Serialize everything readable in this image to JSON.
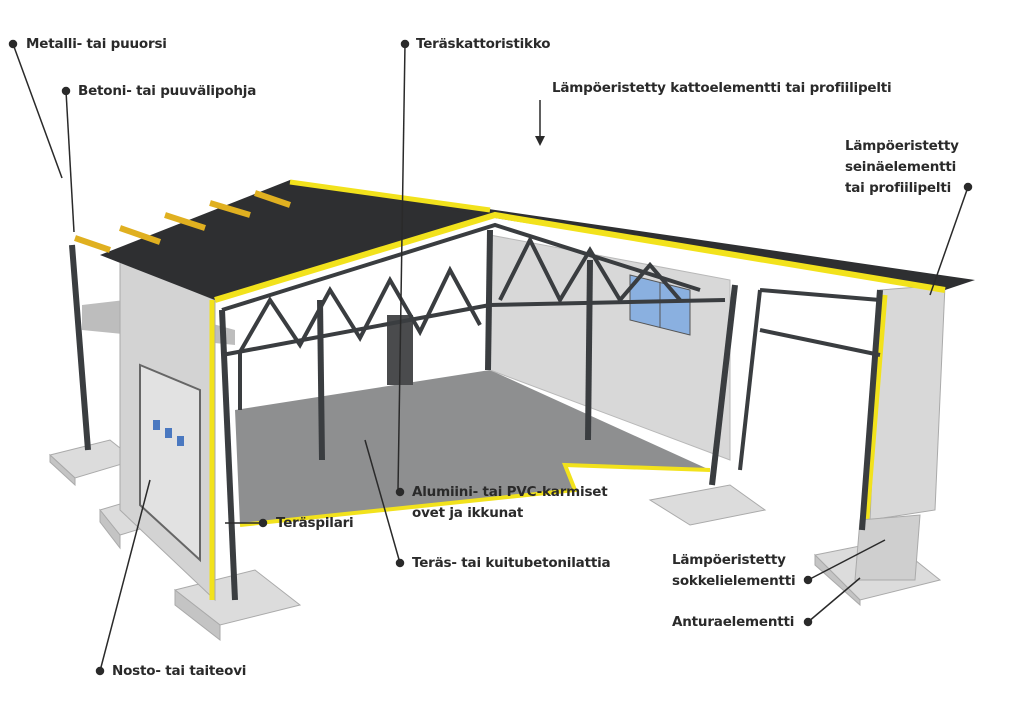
{
  "labels": {
    "purlin": "Metalli- tai puuorsi",
    "intermediate_floor": "Betoni- tai puuvälipohja",
    "roof_truss": "Teräskattoristikko",
    "roof_element": "Lämpöeristetty kattoelementti tai profiilipelti",
    "wall_element_1": "Lämpöeristetty",
    "wall_element_2": "seinäelementti",
    "wall_element_3": "tai profiilipelti",
    "frames_1": "Alumiini- tai PVC-karmiset",
    "frames_2": "ovet ja ikkunat",
    "steel_column": "Teräspilari",
    "floor": "Teräs- tai kuitubetonilattia",
    "plinth_1": "Lämpöeristetty",
    "plinth_2": "sokkelielementti",
    "footing": "Anturaelementti",
    "door": "Nosto- tai taiteovi"
  },
  "colors": {
    "insulation": "#f2e21c",
    "steel": "#3a3d40",
    "roof": "#2e2f31",
    "concrete": "#d9d9d9",
    "text": "#2a2a2a"
  }
}
